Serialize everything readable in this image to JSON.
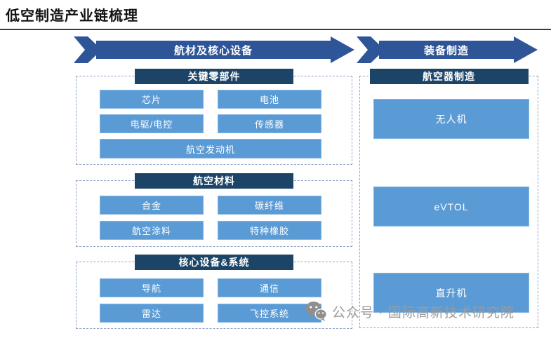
{
  "title": "低空制造产业链梳理",
  "banners": [
    {
      "label": "航材及核心设备"
    },
    {
      "label": "装备制造"
    }
  ],
  "sections": [
    {
      "header": "关键零部件",
      "items": [
        "芯片",
        "电池",
        "电驱/电控",
        "传感器",
        "航空发动机"
      ]
    },
    {
      "header": "航空材料",
      "items": [
        "合金",
        "碳纤维",
        "航空涂料",
        "特种橡胶"
      ]
    },
    {
      "header": "核心设备&系统",
      "items": [
        "导航",
        "通信",
        "雷达",
        "飞控系统"
      ]
    },
    {
      "header": "航空器制造",
      "items": [
        "无人机",
        "eVTOL",
        "直升机"
      ]
    }
  ],
  "watermark": {
    "icon": "wechat-icon",
    "text": "公众号 · 国际高新技术研究院"
  },
  "colors": {
    "banner_blue": "#2E5597",
    "header_navy": "#1C4467",
    "item_blue": "#5B9BD5",
    "dashed_border": "#8FA3C8",
    "divider_dark": "#3B3B3B",
    "watermark_gray": "#9B9B9B"
  }
}
